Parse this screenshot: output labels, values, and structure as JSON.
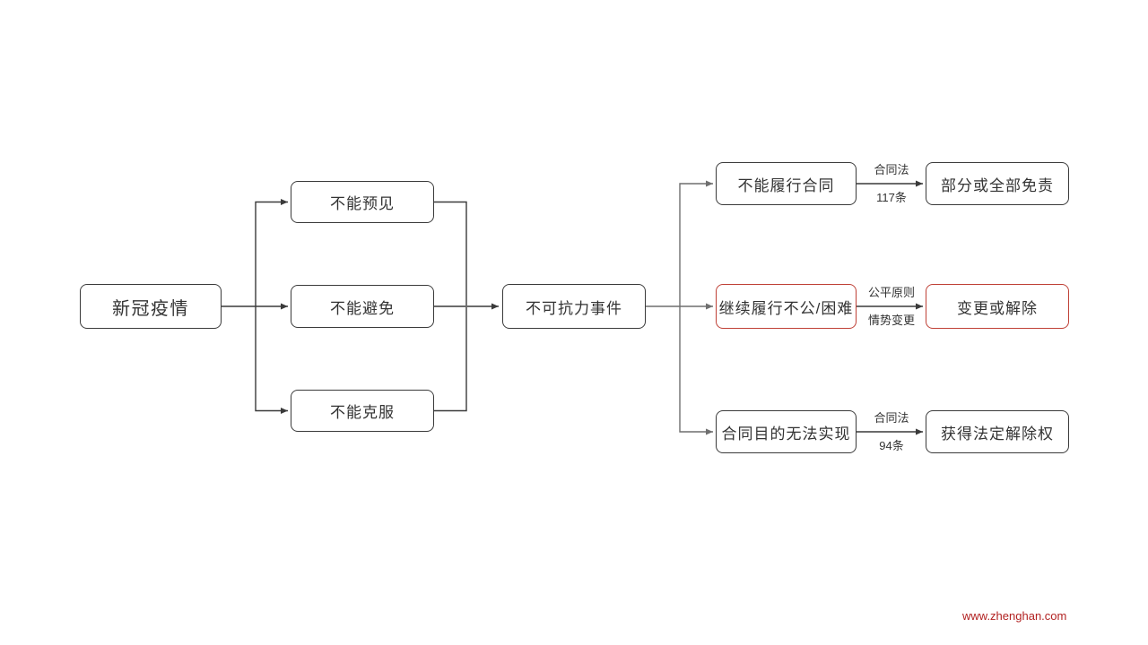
{
  "theme": {
    "background": "#ffffff",
    "node_border": "#3a3a3a",
    "highlight_border": "#bf4036",
    "connector": "#3a3a3a",
    "connector_gray": "#6f6f6f",
    "text": "#333333",
    "watermark_color": "#b22222"
  },
  "nodes": {
    "covid": {
      "label": "新冠疫情"
    },
    "unforeseeable": {
      "label": "不能预见"
    },
    "unavoidable": {
      "label": "不能避免"
    },
    "insurmountable": {
      "label": "不能克服"
    },
    "force_majeure": {
      "label": "不可抗力事件"
    },
    "cannot_perform": {
      "label": "不能履行合同"
    },
    "unfair_performance": {
      "label": "继续履行不公/困难"
    },
    "purpose_unachievable": {
      "label": "合同目的无法实现"
    },
    "exemption": {
      "label": "部分或全部免责"
    },
    "modify_or_rescind": {
      "label": "变更或解除"
    },
    "statutory_rescission": {
      "label": "获得法定解除权"
    }
  },
  "edge_labels": {
    "law117": {
      "line1": "合同法",
      "line2": "117条"
    },
    "fairness": {
      "line1": "公平原则",
      "line2": "情势变更"
    },
    "law94": {
      "line1": "合同法",
      "line2": "94条"
    }
  },
  "watermark": "www.zhenghan.com"
}
